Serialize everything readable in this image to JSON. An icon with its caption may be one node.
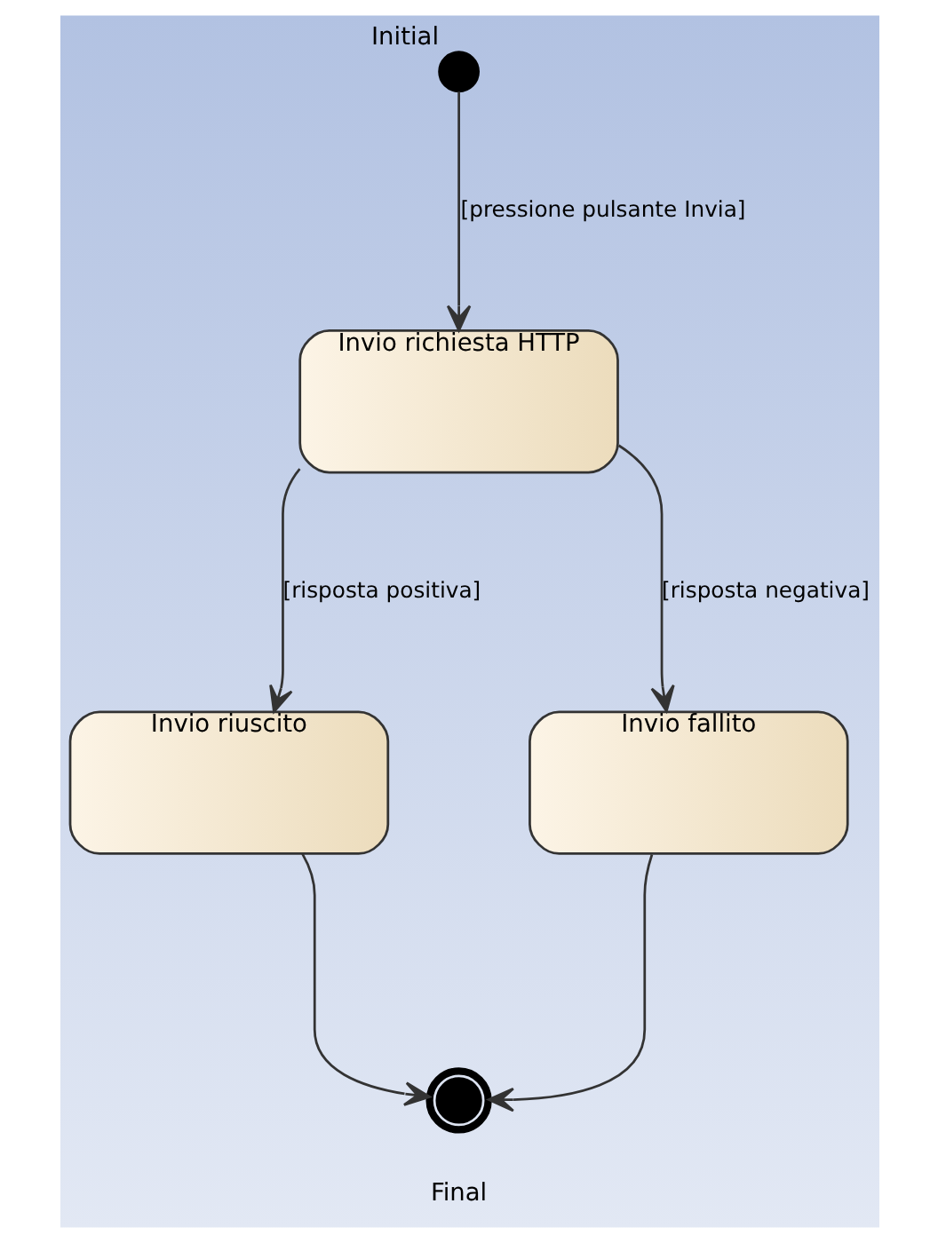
{
  "diagram": {
    "nodes": [
      {
        "text": [],
        "shape": "circle",
        "beside": [
          "Initial"
        ]
      },
      {
        "text": [
          "Invio richiesta HTTP"
        ]
      },
      {
        "text": [
          "Invio riuscito"
        ]
      },
      {
        "text": [
          "Invio fallito"
        ]
      },
      {
        "text": [],
        "shape": "circle",
        "beside": [
          "Final"
        ]
      }
    ],
    "edges": [
      {
        "from": 0,
        "to": 1,
        "arrow": "to",
        "label": "[pressione pulsante Invia]"
      },
      {
        "from": 1,
        "to": 2,
        "arrow": "to",
        "label": "[risposta positiva]"
      },
      {
        "from": 1,
        "to": 3,
        "arrow": "to",
        "label": "[risposta negativa]"
      },
      {
        "from": 2,
        "to": 4,
        "arrow": "to"
      },
      {
        "from": 3,
        "to": 4,
        "arrow": "to"
      }
    ]
  }
}
